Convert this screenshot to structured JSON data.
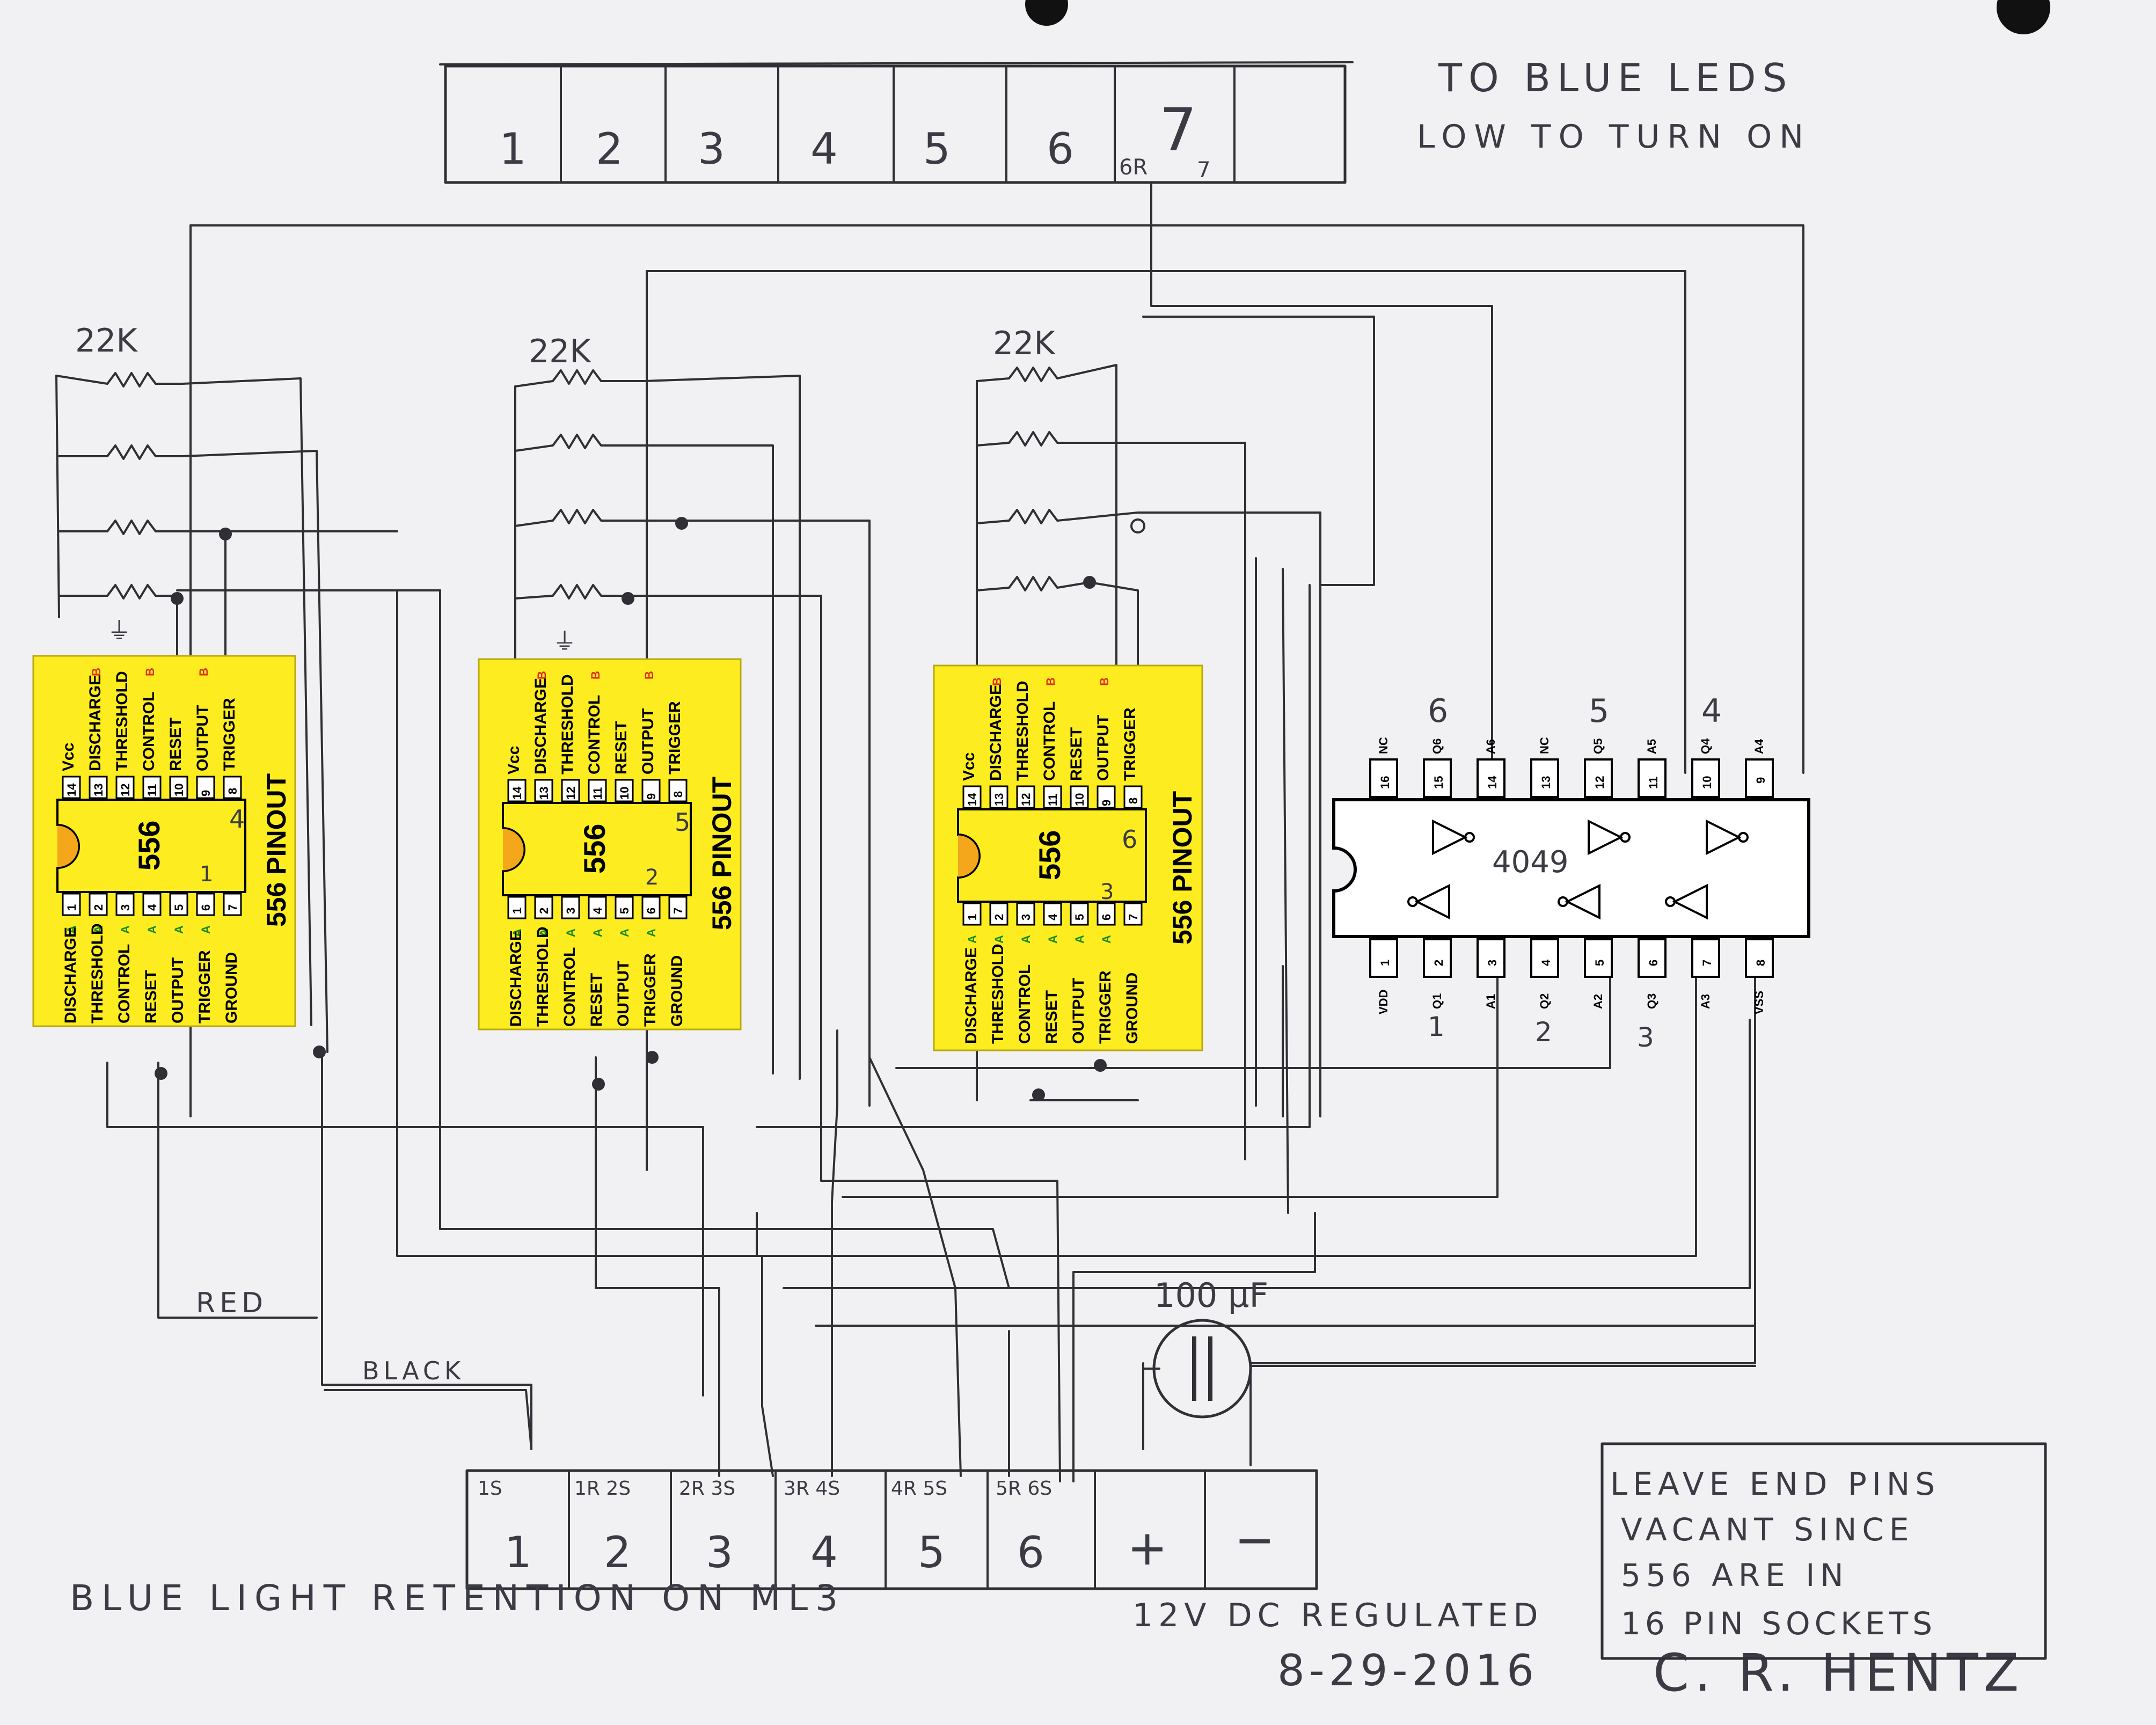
{
  "schematic": {
    "top_connector": {
      "numbers": [
        "1",
        "2",
        "3",
        "4",
        "5",
        "6",
        "7"
      ],
      "annotation_6r": "6R",
      "annotation_7": "7",
      "note_line1": "TO BLUE LEDS",
      "note_line2": "LOW TO TURN ON"
    },
    "resistor_label": "22K",
    "ic556_chips": [
      {
        "title": "556",
        "pinout_label": "556 PINOUT",
        "pins_top": [
          "Vcc",
          "DISCHARGE",
          "THRESHOLD",
          "CONTROL",
          "RESET",
          "OUTPUT",
          "TRIGGER"
        ],
        "pins_top_numbers": [
          "14",
          "13",
          "12",
          "11",
          "10",
          "9",
          "8"
        ],
        "pins_bottom": [
          "DISCHARGE",
          "THRESHOLD",
          "CONTROL",
          "RESET",
          "OUTPUT",
          "TRIGGER",
          "GROUND"
        ],
        "pins_bottom_numbers": [
          "1",
          "2",
          "3",
          "4",
          "5",
          "6",
          "7"
        ],
        "suffix_b": "B",
        "suffix_a": "A",
        "side_numbers": [
          "4",
          "1"
        ]
      },
      {
        "title": "556",
        "pinout_label": "556 PINOUT",
        "pins_top": [
          "Vcc",
          "DISCHARGE",
          "THRESHOLD",
          "CONTROL",
          "RESET",
          "OUTPUT",
          "TRIGGER"
        ],
        "pins_top_numbers": [
          "14",
          "13",
          "12",
          "11",
          "10",
          "9",
          "8"
        ],
        "pins_bottom": [
          "DISCHARGE",
          "THRESHOLD",
          "CONTROL",
          "RESET",
          "OUTPUT",
          "TRIGGER",
          "GROUND"
        ],
        "pins_bottom_numbers": [
          "1",
          "2",
          "3",
          "4",
          "5",
          "6",
          "7"
        ],
        "suffix_b": "B",
        "suffix_a": "A",
        "side_numbers": [
          "5",
          "2"
        ]
      },
      {
        "title": "556",
        "pinout_label": "556 PINOUT",
        "pins_top": [
          "Vcc",
          "DISCHARGE",
          "THRESHOLD",
          "CONTROL",
          "RESET",
          "OUTPUT",
          "TRIGGER"
        ],
        "pins_top_numbers": [
          "14",
          "13",
          "12",
          "11",
          "10",
          "9",
          "8"
        ],
        "pins_bottom": [
          "DISCHARGE",
          "THRESHOLD",
          "CONTROL",
          "RESET",
          "OUTPUT",
          "TRIGGER",
          "GROUND"
        ],
        "pins_bottom_numbers": [
          "1",
          "2",
          "3",
          "4",
          "5",
          "6",
          "7"
        ],
        "suffix_b": "B",
        "suffix_a": "A",
        "side_numbers": [
          "6",
          "3"
        ]
      }
    ],
    "ic4049": {
      "title": "4049",
      "top_pin_numbers": [
        "16",
        "15",
        "14",
        "13",
        "12",
        "11",
        "10",
        "9"
      ],
      "top_pin_labels": [
        "NC",
        "Q6",
        "A6",
        "NC",
        "Q5",
        "A5",
        "Q4",
        "A4"
      ],
      "bottom_pin_numbers": [
        "1",
        "2",
        "3",
        "4",
        "5",
        "6",
        "7",
        "8"
      ],
      "bottom_pin_labels": [
        "VDD",
        "Q1",
        "A1",
        "Q2",
        "A2",
        "Q3",
        "A3",
        "VSS"
      ],
      "top_handwritten": [
        "6",
        "5",
        "4"
      ],
      "bottom_handwritten": [
        "1",
        "2",
        "3"
      ]
    },
    "capacitor_label": "100 µF",
    "wire_labels": {
      "red": "RED",
      "black": "BLACK"
    },
    "bottom_connector": {
      "numbers": [
        "1",
        "2",
        "3",
        "4",
        "5",
        "6",
        "+",
        "−"
      ],
      "top_annotations": [
        "1S",
        "1R 2S",
        "2R 3S",
        "3R 4S",
        "4R 5S",
        "5R 6S"
      ]
    },
    "notes": {
      "title": "BLUE LIGHT RETENTION ON ML3",
      "supply": "12V DC REGULATED",
      "date": "8-29-2016",
      "author": "C. R. HENTZ",
      "box_line1": "LEAVE END PINS",
      "box_line2": "VACANT SINCE",
      "box_line3": "556 ARE IN",
      "box_line4": "16 PIN SOCKETS"
    }
  }
}
